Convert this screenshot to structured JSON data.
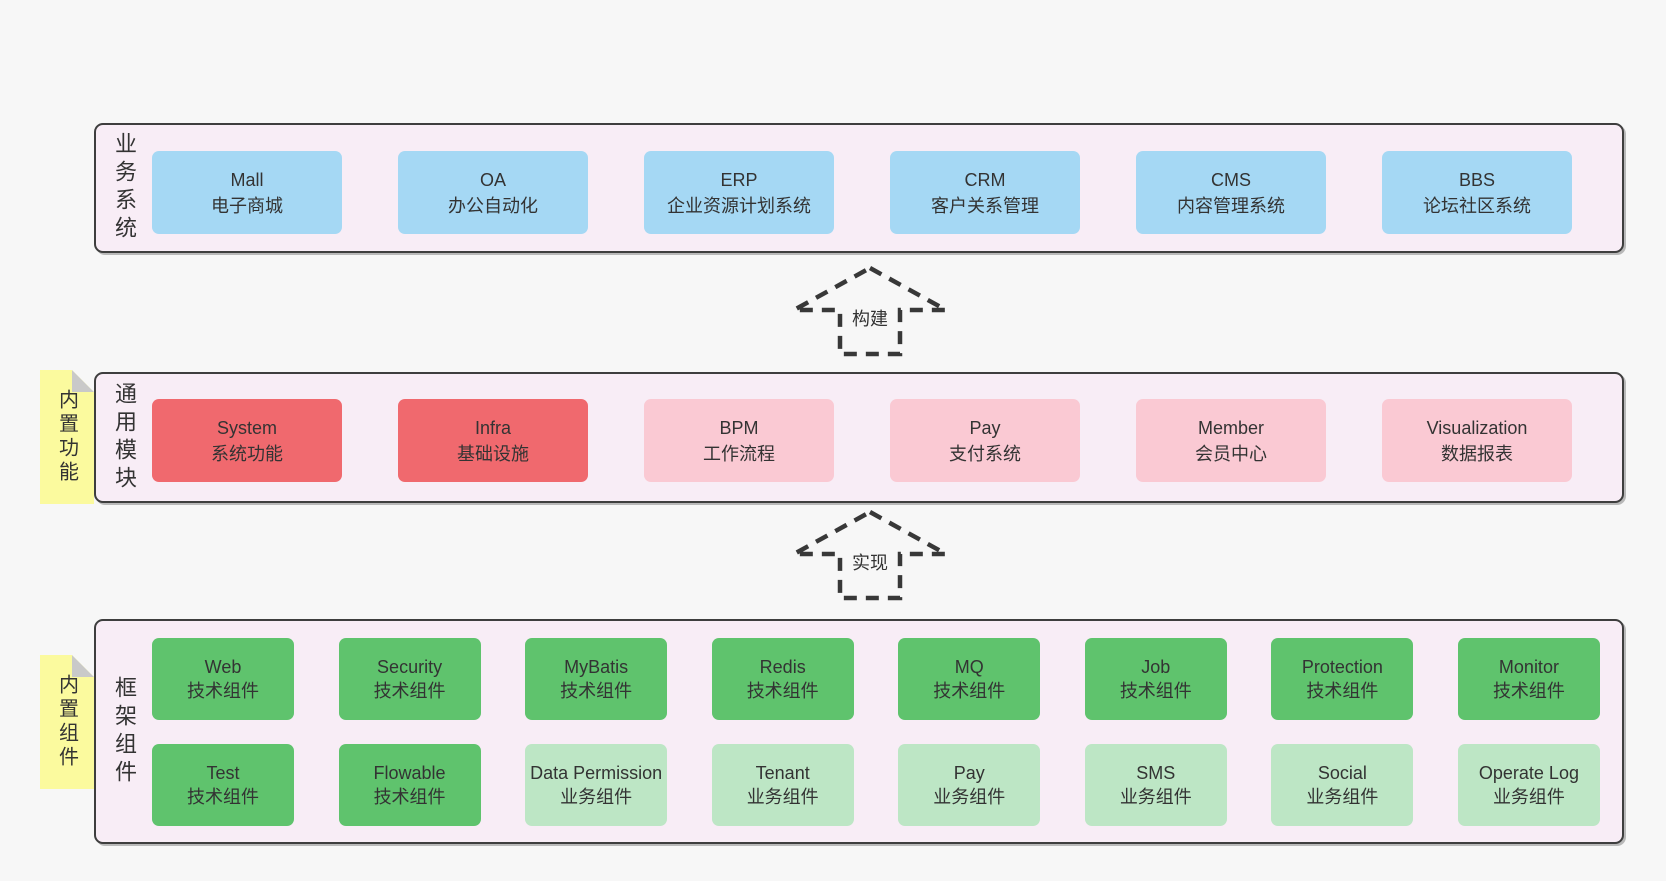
{
  "colors": {
    "page_bg": "#f7f7f7",
    "panel_bg": "#f8edf6",
    "panel_border": "#3e3e3e",
    "blue": "#a5d8f4",
    "red": "#f0696e",
    "pink": "#fac9d3",
    "green": "#5fc36d",
    "light_green": "#bde6c5",
    "sticky_yellow": "#fbfa9e"
  },
  "business": {
    "label": "业务系统",
    "items": [
      {
        "title": "Mall",
        "subtitle": "电子商城"
      },
      {
        "title": "OA",
        "subtitle": "办公自动化"
      },
      {
        "title": "ERP",
        "subtitle": "企业资源计划系统"
      },
      {
        "title": "CRM",
        "subtitle": "客户关系管理"
      },
      {
        "title": "CMS",
        "subtitle": "内容管理系统"
      },
      {
        "title": "BBS",
        "subtitle": "论坛社区系统"
      }
    ]
  },
  "arrows": [
    {
      "label": "构建"
    },
    {
      "label": "实现"
    }
  ],
  "common": {
    "label": "通用模块",
    "sticky": "内置功能",
    "items": [
      {
        "title": "System",
        "subtitle": "系统功能"
      },
      {
        "title": "Infra",
        "subtitle": "基础设施"
      },
      {
        "title": "BPM",
        "subtitle": "工作流程"
      },
      {
        "title": "Pay",
        "subtitle": "支付系统"
      },
      {
        "title": "Member",
        "subtitle": "会员中心"
      },
      {
        "title": "Visualization",
        "subtitle": "数据报表"
      }
    ]
  },
  "framework": {
    "label": "框架组件",
    "sticky": "内置组件",
    "row1": [
      {
        "title": "Web",
        "subtitle": "技术组件"
      },
      {
        "title": "Security",
        "subtitle": "技术组件"
      },
      {
        "title": "MyBatis",
        "subtitle": "技术组件"
      },
      {
        "title": "Redis",
        "subtitle": "技术组件"
      },
      {
        "title": "MQ",
        "subtitle": "技术组件"
      },
      {
        "title": "Job",
        "subtitle": "技术组件"
      },
      {
        "title": "Protection",
        "subtitle": "技术组件"
      },
      {
        "title": "Monitor",
        "subtitle": "技术组件"
      }
    ],
    "row2": [
      {
        "title": "Test",
        "subtitle": "技术组件"
      },
      {
        "title": "Flowable",
        "subtitle": "技术组件"
      },
      {
        "title": "Data Permission",
        "subtitle": "业务组件"
      },
      {
        "title": "Tenant",
        "subtitle": "业务组件"
      },
      {
        "title": "Pay",
        "subtitle": "业务组件"
      },
      {
        "title": "SMS",
        "subtitle": "业务组件"
      },
      {
        "title": "Social",
        "subtitle": "业务组件"
      },
      {
        "title": "Operate Log",
        "subtitle": "业务组件"
      }
    ]
  }
}
